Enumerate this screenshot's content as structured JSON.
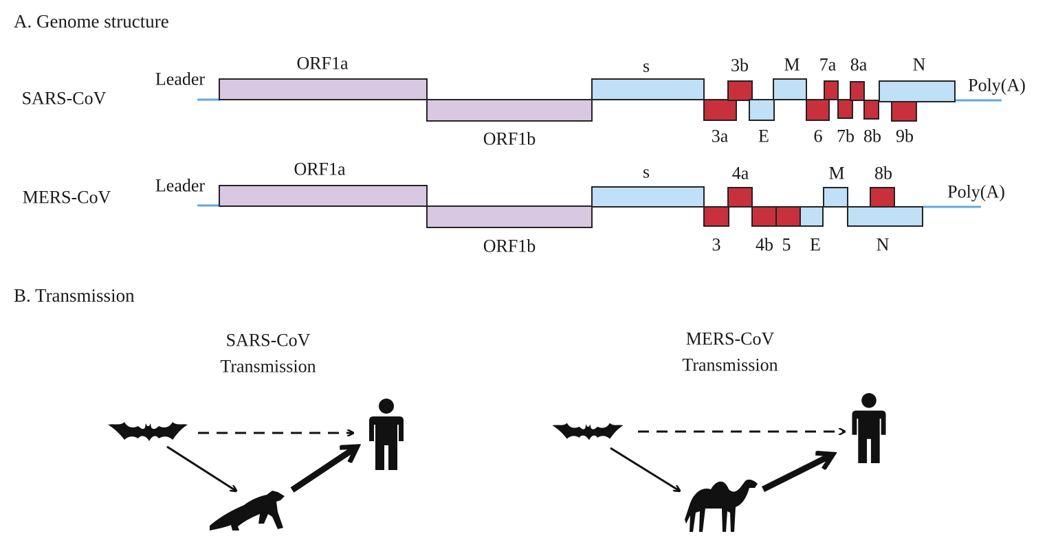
{
  "panel_a": {
    "title": "A. Genome structure",
    "sars": {
      "name": "SARS-CoV",
      "leader": "Leader",
      "poly_a": "Poly(A)",
      "upper_genes": [
        "ORF1a",
        "s",
        "3b",
        "M",
        "7a",
        "8a",
        "N"
      ],
      "lower_genes": [
        "ORF1b",
        "3a",
        "E",
        "6",
        "7b",
        "8b",
        "9b"
      ]
    },
    "mers": {
      "name": "MERS-CoV",
      "leader": "Leader",
      "poly_a": "Poly(A)",
      "upper_genes": [
        "ORF1a",
        "s",
        "4a",
        "M",
        "8b"
      ],
      "lower_genes": [
        "ORF1b",
        "3",
        "4b",
        "5",
        "E",
        "N"
      ]
    }
  },
  "panel_b": {
    "title": "B. Transmission",
    "sars": {
      "line1": "SARS-CoV",
      "line2": "Transmission",
      "hosts": [
        "bat-icon",
        "civet-icon",
        "human-icon"
      ]
    },
    "mers": {
      "line1": "MERS-CoV",
      "line2": "Transmission",
      "hosts": [
        "bat-icon",
        "camel-icon",
        "human-icon"
      ]
    }
  },
  "colors": {
    "orf1": "#d8c8e2",
    "structural": "#bfe0f6",
    "accessory": "#c8303c",
    "rna_line": "#5ba9e2"
  }
}
